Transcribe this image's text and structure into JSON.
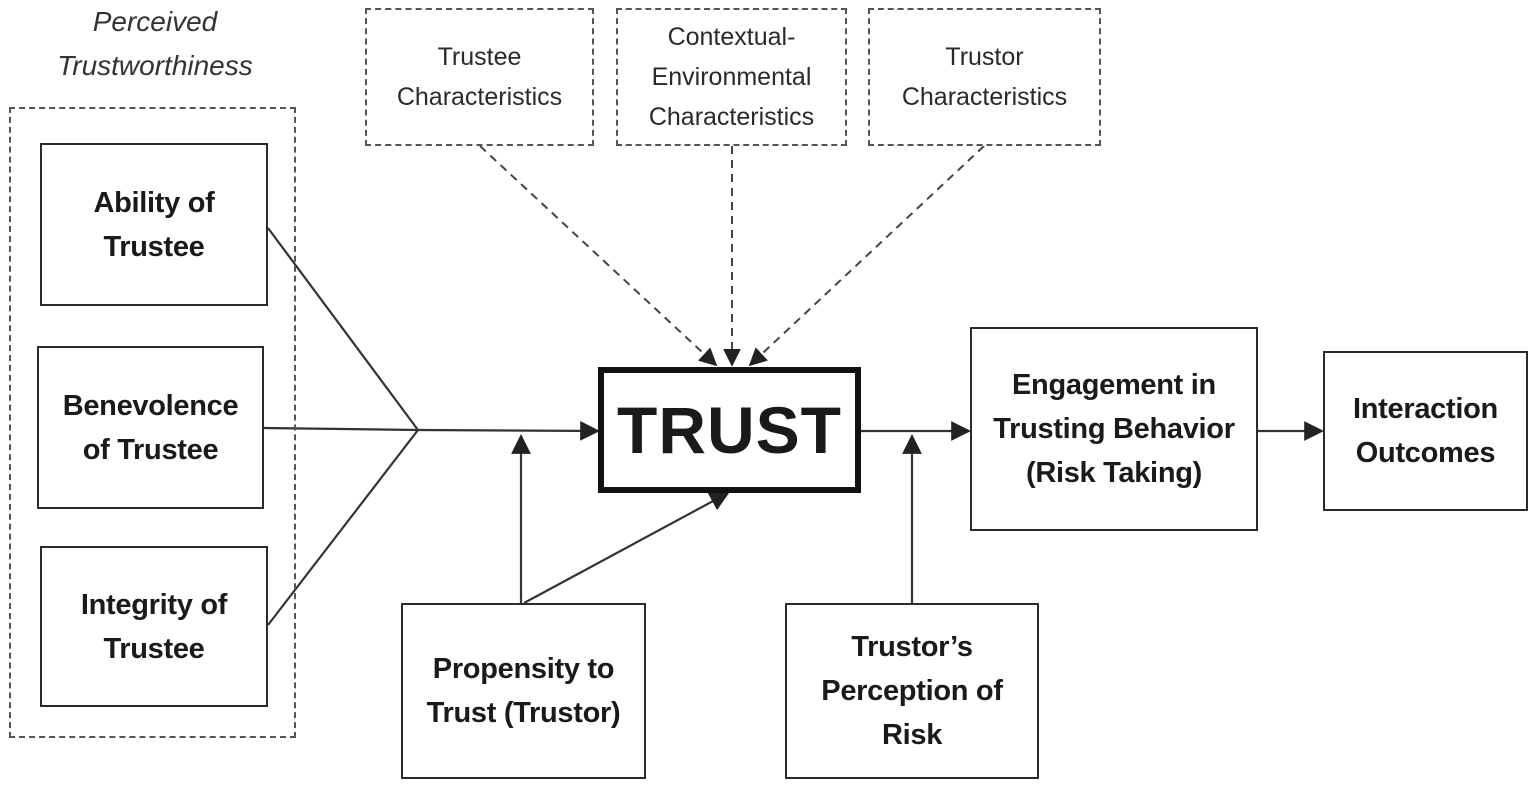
{
  "group": {
    "title": "Perceived\nTrustworthiness"
  },
  "factors": {
    "ability": "Ability of\nTrustee",
    "benevolence": "Benevolence\nof Trustee",
    "integrity": "Integrity of\nTrustee"
  },
  "characteristics": {
    "trustee": "Trustee\nCharacteristics",
    "contextual": "Contextual-\nEnvironmental\nCharacteristics",
    "trustor": "Trustor\nCharacteristics"
  },
  "trust": {
    "label": "TRUST"
  },
  "propensity": "Propensity to\nTrust (Trustor)",
  "risk_perception": "Trustor’s\nPerception of\nRisk",
  "engagement": "Engagement in\nTrusting Behavior\n(Risk Taking)",
  "outcomes": "Interaction\nOutcomes"
}
